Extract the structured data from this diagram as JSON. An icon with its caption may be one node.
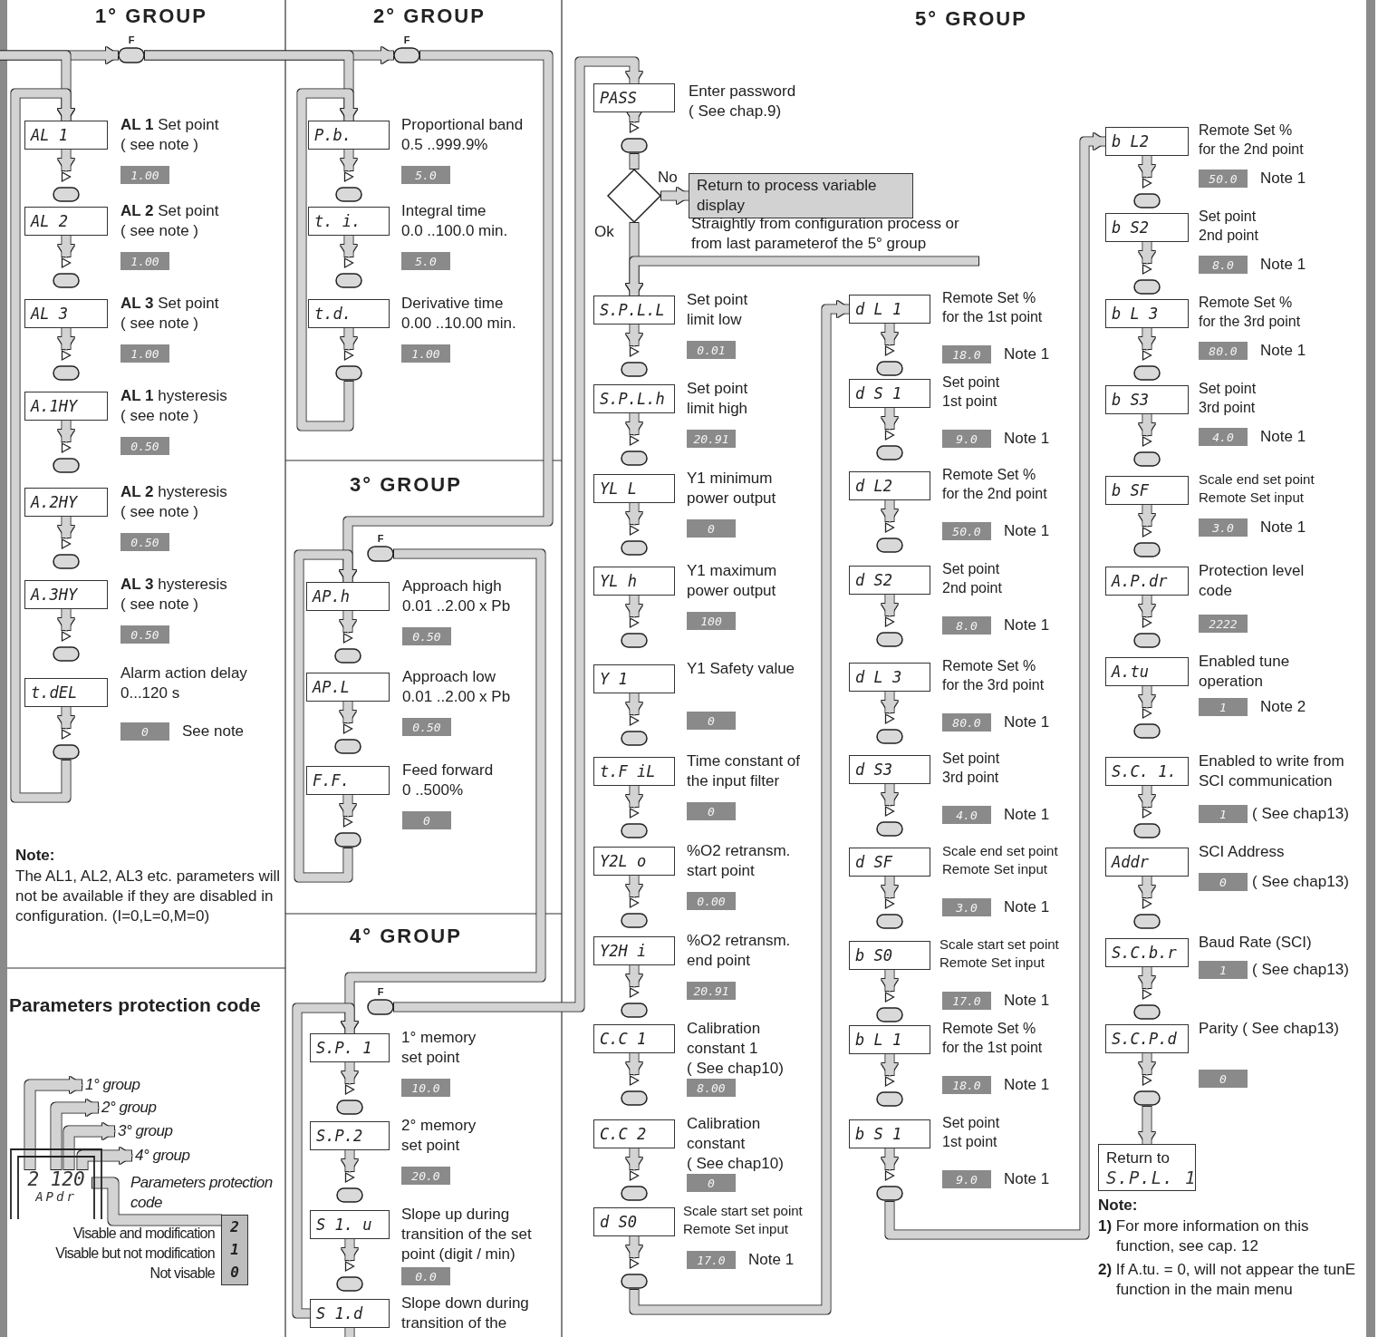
{
  "diagram": {
    "nodes": [
      {
        "text": [
          "F"
        ]
      },
      {
        "text": [
          "AL 1"
        ],
        "beside": [
          "**AL 1** Set point",
          "( see note )"
        ]
      },
      {
        "text": [
          "1.00"
        ]
      },
      {
        "text": [],
        "shape": "oval"
      },
      {
        "text": [
          "AL 2"
        ],
        "beside": [
          "**AL 2** Set point",
          "( see note )"
        ]
      },
      {
        "text": [
          "1.00"
        ]
      },
      {
        "text": [],
        "shape": "oval"
      },
      {
        "text": [
          "AL 3"
        ],
        "beside": [
          "**AL 3** Set point",
          "( see note )"
        ]
      },
      {
        "text": [
          "1.00"
        ]
      },
      {
        "text": [],
        "shape": "oval"
      },
      {
        "text": [
          "A.1HY"
        ],
        "beside": [
          "**AL 1** hysteresis",
          "( see note )"
        ]
      },
      {
        "text": [
          "0.50"
        ]
      },
      {
        "text": [],
        "shape": "oval"
      },
      {
        "text": [
          "A.2HY"
        ],
        "beside": [
          "**AL 2** hysteresis",
          "( see note )"
        ]
      },
      {
        "text": [
          "0.50"
        ]
      },
      {
        "text": [],
        "shape": "oval"
      },
      {
        "text": [
          "A.3HY"
        ],
        "beside": [
          "**AL 3** hysteresis",
          "( see note )"
        ]
      },
      {
        "text": [
          "0.50"
        ]
      },
      {
        "text": [],
        "shape": "oval"
      },
      {
        "text": [
          "t.dEL"
        ],
        "beside": [
          "Alarm action delay",
          "0...120 s"
        ]
      },
      {
        "text": [
          "0"
        ],
        "beside": [
          "See note"
        ]
      },
      {
        "text": [],
        "shape": "oval"
      },
      {
        "text": [
          "F"
        ]
      },
      {
        "text": [
          "P.b."
        ],
        "beside": [
          "Proportional band",
          "0.5 ..999.9%"
        ]
      },
      {
        "text": [
          "5.0"
        ]
      },
      {
        "text": [],
        "shape": "oval"
      },
      {
        "text": [
          "t. i."
        ],
        "beside": [
          "Integral time",
          "0.0 ..100.0 min."
        ]
      },
      {
        "text": [
          "5.0"
        ]
      },
      {
        "text": [],
        "shape": "oval"
      },
      {
        "text": [
          "t.d."
        ],
        "beside": [
          "Derivative time",
          "0.00 ..10.00 min."
        ]
      },
      {
        "text": [
          "1.00"
        ]
      },
      {
        "text": [],
        "shape": "oval"
      },
      {
        "text": [
          "F"
        ]
      },
      {
        "text": [
          "AP.h"
        ],
        "beside": [
          "Approach high",
          "0.01 ..2.00 x Pb"
        ]
      },
      {
        "text": [
          "0.50"
        ]
      },
      {
        "text": [],
        "shape": "oval"
      },
      {
        "text": [
          "AP.L"
        ],
        "beside": [
          "Approach low",
          "0.01 ..2.00 x Pb"
        ]
      },
      {
        "text": [
          "0.50"
        ]
      },
      {
        "text": [],
        "shape": "oval"
      },
      {
        "text": [
          "F.F."
        ],
        "beside": [
          "Feed forward",
          "0 ..500%"
        ]
      },
      {
        "text": [
          "0"
        ]
      },
      {
        "text": [],
        "shape": "oval"
      },
      {
        "text": [
          "F"
        ]
      },
      {
        "text": [
          "S.P. 1"
        ],
        "beside": [
          "1° memory set point"
        ]
      },
      {
        "text": [
          "10.0"
        ]
      },
      {
        "text": [],
        "shape": "oval"
      },
      {
        "text": [
          "S.P.2"
        ],
        "beside": [
          "2° memory set point"
        ]
      },
      {
        "text": [
          "20.0"
        ]
      },
      {
        "text": [],
        "shape": "oval"
      },
      {
        "text": [
          "S 1. u"
        ],
        "beside": [
          "Slope up during transition of the set point (digit / min)"
        ]
      },
      {
        "text": [
          "0.0"
        ]
      },
      {
        "text": [],
        "shape": "oval"
      },
      {
        "text": [
          "S 1.d"
        ],
        "beside": [
          "Slope down during transition of the"
        ]
      },
      {
        "text": [
          "PASS"
        ],
        "beside": [
          "Enter password",
          "( See chap.9)"
        ]
      },
      {
        "text": [],
        "shape": "oval"
      },
      {
        "text": [],
        "shape": "diamond"
      },
      {
        "text": [
          "Return to process variable display"
        ]
      },
      {
        "text": [
          "S.P.L.L"
        ],
        "beside": [
          "Set point limit low"
        ]
      },
      {
        "text": [
          "0.01"
        ]
      },
      {
        "text": [],
        "shape": "oval"
      },
      {
        "text": [
          "S.P.L.h"
        ],
        "beside": [
          "Set point limit high"
        ]
      },
      {
        "text": [
          "20.91"
        ]
      },
      {
        "text": [],
        "shape": "oval"
      },
      {
        "text": [
          "YL L"
        ],
        "beside": [
          "Y1 minimum power output"
        ]
      },
      {
        "text": [
          "0"
        ]
      },
      {
        "text": [],
        "shape": "oval"
      },
      {
        "text": [
          "YL h"
        ],
        "beside": [
          "Y1 maximum power output"
        ]
      },
      {
        "text": [
          "100"
        ]
      },
      {
        "text": [],
        "shape": "oval"
      },
      {
        "text": [
          "Y 1"
        ],
        "beside": [
          "Y1 Safety value"
        ]
      },
      {
        "text": [
          "0"
        ]
      },
      {
        "text": [],
        "shape": "oval"
      },
      {
        "text": [
          "t.F iL"
        ],
        "beside": [
          "Time constant of the input filter"
        ]
      },
      {
        "text": [
          "0"
        ]
      },
      {
        "text": [],
        "shape": "oval"
      },
      {
        "text": [
          "Y2L o"
        ],
        "beside": [
          "%O2 retransm. start point"
        ]
      },
      {
        "text": [
          "0.00"
        ]
      },
      {
        "text": [],
        "shape": "oval"
      },
      {
        "text": [
          "Y2H i"
        ],
        "beside": [
          "%O2 retransm. end point"
        ]
      },
      {
        "text": [
          "20.91"
        ]
      },
      {
        "text": [],
        "shape": "oval"
      },
      {
        "text": [
          "C.C 1"
        ],
        "beside": [
          "Calibration constant 1",
          "( See chap10)"
        ]
      },
      {
        "text": [
          "8.00"
        ]
      },
      {
        "text": [],
        "shape": "oval"
      },
      {
        "text": [
          "C.C 2"
        ],
        "beside": [
          "Calibration constant",
          "( See chap10)"
        ]
      },
      {
        "text": [
          "0"
        ]
      },
      {
        "text": [],
        "shape": "oval"
      },
      {
        "text": [
          "d S0"
        ],
        "beside": [
          "Scale start set point Remote Set input"
        ]
      },
      {
        "text": [
          "17.0"
        ],
        "beside": [
          "Note 1"
        ]
      },
      {
        "text": [],
        "shape": "oval"
      },
      {
        "text": [
          "d L 1"
        ],
        "beside": [
          "Remote Set % for the 1st point"
        ]
      },
      {
        "text": [
          "18.0"
        ],
        "beside": [
          "Note 1"
        ]
      },
      {
        "text": [],
        "shape": "oval"
      },
      {
        "text": [
          "d S 1"
        ],
        "beside": [
          "Set point 1st point"
        ]
      },
      {
        "text": [
          "9.0"
        ],
        "beside": [
          "Note 1"
        ]
      },
      {
        "text": [],
        "shape": "oval"
      },
      {
        "text": [
          "d L2"
        ],
        "beside": [
          "Remote Set % for the 2nd point"
        ]
      },
      {
        "text": [
          "50.0"
        ],
        "beside": [
          "Note 1"
        ]
      },
      {
        "text": [],
        "shape": "oval"
      },
      {
        "text": [
          "d S2"
        ],
        "beside": [
          "Set point 2nd point"
        ]
      },
      {
        "text": [
          "8.0"
        ],
        "beside": [
          "Note 1"
        ]
      },
      {
        "text": [],
        "shape": "oval"
      },
      {
        "text": [
          "d L 3"
        ],
        "beside": [
          "Remote Set % for the 3rd point"
        ]
      },
      {
        "text": [
          "80.0"
        ],
        "beside": [
          "Note 1"
        ]
      },
      {
        "text": [],
        "shape": "oval"
      },
      {
        "text": [
          "d S3"
        ],
        "beside": [
          "Set point 3rd point"
        ]
      },
      {
        "text": [
          "4.0"
        ],
        "beside": [
          "Note 1"
        ]
      },
      {
        "text": [],
        "shape": "oval"
      },
      {
        "text": [
          "d SF"
        ],
        "beside": [
          "Scale end set point Remote Set input"
        ]
      },
      {
        "text": [
          "3.0"
        ],
        "beside": [
          "Note 1"
        ]
      },
      {
        "text": [],
        "shape": "oval"
      },
      {
        "text": [
          "b S0"
        ],
        "beside": [
          "Scale start set point Remote Set input"
        ]
      },
      {
        "text": [
          "17.0"
        ],
        "beside": [
          "Note 1"
        ]
      },
      {
        "text": [],
        "shape": "oval"
      },
      {
        "text": [
          "b L 1"
        ],
        "beside": [
          "Remote Set % for the 1st point"
        ]
      },
      {
        "text": [
          "18.0"
        ],
        "beside": [
          "Note 1"
        ]
      },
      {
        "text": [],
        "shape": "oval"
      },
      {
        "text": [
          "b S 1"
        ],
        "beside": [
          "Set point 1st point"
        ]
      },
      {
        "text": [
          "9.0"
        ],
        "beside": [
          "Note 1"
        ]
      },
      {
        "text": [],
        "shape": "oval"
      },
      {
        "text": [
          "b L2"
        ],
        "beside": [
          "Remote Set % for the 2nd point"
        ]
      },
      {
        "text": [
          "50.0"
        ],
        "beside": [
          "Note 1"
        ]
      },
      {
        "text": [],
        "shape": "oval"
      },
      {
        "text": [
          "b S2"
        ],
        "beside": [
          "Set point 2nd point"
        ]
      },
      {
        "text": [
          "8.0"
        ],
        "beside": [
          "Note 1"
        ]
      },
      {
        "text": [],
        "shape": "oval"
      },
      {
        "text": [
          "b L 3"
        ],
        "beside": [
          "Remote Set % for the 3rd point"
        ]
      },
      {
        "text": [
          "80.0"
        ],
        "beside": [
          "Note 1"
        ]
      },
      {
        "text": [],
        "shape": "oval"
      },
      {
        "text": [
          "b S3"
        ],
        "beside": [
          "Set point 3rd point"
        ]
      },
      {
        "text": [
          "4.0"
        ],
        "beside": [
          "Note 1"
        ]
      },
      {
        "text": [],
        "shape": "oval"
      },
      {
        "text": [
          "b SF"
        ],
        "beside": [
          "Scale end set point Remote Set input"
        ]
      },
      {
        "text": [
          "3.0"
        ],
        "beside": [
          "Note 1"
        ]
      },
      {
        "text": [],
        "shape": "oval"
      },
      {
        "text": [
          "A.P.dr"
        ],
        "beside": [
          "Protection level code"
        ]
      },
      {
        "text": [
          "2222"
        ]
      },
      {
        "text": [],
        "shape": "oval"
      },
      {
        "text": [
          "A.tu"
        ],
        "beside": [
          "Enabled tune operation"
        ]
      },
      {
        "text": [
          "1"
        ],
        "beside": [
          "Note 2"
        ]
      },
      {
        "text": [],
        "shape": "oval"
      },
      {
        "text": [
          "S.C. 1."
        ],
        "beside": [
          "Enabled to write from SCI communication"
        ]
      },
      {
        "text": [
          "1"
        ],
        "beside": [
          "( See chap13)"
        ]
      },
      {
        "text": [],
        "shape": "oval"
      },
      {
        "text": [
          "Addr"
        ],
        "beside": [
          "SCI Address"
        ]
      },
      {
        "text": [
          "0"
        ],
        "beside": [
          "( See chap13)"
        ]
      },
      {
        "text": [],
        "shape": "oval"
      },
      {
        "text": [
          "S.C.b.r"
        ],
        "beside": [
          "Baud Rate (SCI)"
        ]
      },
      {
        "text": [
          "1"
        ],
        "beside": [
          "( See chap13)"
        ]
      },
      {
        "text": [],
        "shape": "oval"
      },
      {
        "text": [
          "S.C.P.d"
        ],
        "beside": [
          "Parity ( See chap13)"
        ]
      },
      {
        "text": [
          "0"
        ]
      },
      {
        "text": [],
        "shape": "oval"
      },
      {
        "text": [
          "Return to",
          "S.P.L. 1"
        ]
      },
      {
        "text": [
          "2 120"
        ],
        "beside": [
          "APdr"
        ]
      },
      {
        "text": [
          "1° group"
        ]
      },
      {
        "text": [
          "2° group"
        ]
      },
      {
        "text": [
          "3° group"
        ]
      },
      {
        "text": [
          "4° group"
        ]
      },
      {
        "text": [
          "2",
          "1",
          "0"
        ],
        "beside": [
          "Visable and modification",
          "Visable but not modification",
          "Not visable"
        ]
      }
    ],
    "edges": [
      {
        "from": null,
        "to": 0,
        "arrow": "to"
      },
      {
        "from": null,
        "to": 1,
        "arrow": "to"
      },
      {
        "from": 0,
        "to": 22,
        "arrow": "to"
      },
      {
        "from": 0,
        "to": 23,
        "arrow": "to"
      },
      {
        "from": 1,
        "to": 3,
        "arrow": "to"
      },
      {
        "from": 4,
        "to": 6,
        "arrow": "to"
      },
      {
        "from": 7,
        "to": 9,
        "arrow": "to"
      },
      {
        "from": 10,
        "to": 12,
        "arrow": "to"
      },
      {
        "from": 13,
        "to": 15,
        "arrow": "to"
      },
      {
        "from": 16,
        "to": 18,
        "arrow": "to"
      },
      {
        "from": 19,
        "to": 21,
        "arrow": "to"
      },
      {
        "from": 21,
        "to": 1,
        "arrow": "to"
      },
      {
        "from": 23,
        "to": 25,
        "arrow": "to"
      },
      {
        "from": 26,
        "to": 28,
        "arrow": "to"
      },
      {
        "from": 29,
        "to": 31,
        "arrow": "to"
      },
      {
        "from": 31,
        "to": 23,
        "arrow": "to"
      },
      {
        "from": 22,
        "to": 33,
        "arrow": "to"
      },
      {
        "from": 33,
        "to": 35,
        "arrow": "to"
      },
      {
        "from": 36,
        "to": 38,
        "arrow": "to"
      },
      {
        "from": 39,
        "to": 41,
        "arrow": "to"
      },
      {
        "from": 41,
        "to": 33,
        "arrow": "to"
      },
      {
        "from": 32,
        "to": 43,
        "arrow": "to"
      },
      {
        "from": 43,
        "to": 45,
        "arrow": "to"
      },
      {
        "from": 46,
        "to": 48,
        "arrow": "to"
      },
      {
        "from": 49,
        "to": 51,
        "arrow": "to"
      },
      {
        "from": 52,
        "to": null,
        "arrow": "none"
      },
      {
        "from": 52,
        "to": 43,
        "arrow": "to"
      },
      {
        "from": 42,
        "to": 53,
        "arrow": "to"
      },
      {
        "from": 53,
        "to": 54,
        "arrow": "to"
      },
      {
        "from": 54,
        "to": 55,
        "arrow": "none"
      },
      {
        "from": 55,
        "to": 56,
        "arrow": "to",
        "label": "No"
      },
      {
        "from": 55,
        "to": 57,
        "arrow": "to",
        "label": "Ok"
      },
      {
        "from": null,
        "to": 57,
        "arrow": "to"
      },
      {
        "from": 57,
        "to": 59,
        "arrow": "to"
      },
      {
        "from": 60,
        "to": 62,
        "arrow": "to"
      },
      {
        "from": 63,
        "to": 65,
        "arrow": "to"
      },
      {
        "from": 66,
        "to": 68,
        "arrow": "to"
      },
      {
        "from": 69,
        "to": 71,
        "arrow": "to"
      },
      {
        "from": 72,
        "to": 74,
        "arrow": "to"
      },
      {
        "from": 75,
        "to": 77,
        "arrow": "to"
      },
      {
        "from": 78,
        "to": 80,
        "arrow": "to"
      },
      {
        "from": 81,
        "to": 83,
        "arrow": "to"
      },
      {
        "from": 84,
        "to": 86,
        "arrow": "to"
      },
      {
        "from": 87,
        "to": 89,
        "arrow": "to"
      },
      {
        "from": 89,
        "to": 90,
        "arrow": "to"
      },
      {
        "from": 90,
        "to": 92,
        "arrow": "to"
      },
      {
        "from": 93,
        "to": 95,
        "arrow": "to"
      },
      {
        "from": 96,
        "to": 98,
        "arrow": "to"
      },
      {
        "from": 99,
        "to": 101,
        "arrow": "to"
      },
      {
        "from": 102,
        "to": 104,
        "arrow": "to"
      },
      {
        "from": 105,
        "to": 107,
        "arrow": "to"
      },
      {
        "from": 108,
        "to": 110,
        "arrow": "to"
      },
      {
        "from": 111,
        "to": 113,
        "arrow": "to"
      },
      {
        "from": 114,
        "to": 116,
        "arrow": "to"
      },
      {
        "from": 117,
        "to": 119,
        "arrow": "to"
      },
      {
        "from": 119,
        "to": 120,
        "arrow": "to"
      },
      {
        "from": 120,
        "to": 122,
        "arrow": "to"
      },
      {
        "from": 123,
        "to": 125,
        "arrow": "to"
      },
      {
        "from": 126,
        "to": 128,
        "arrow": "to"
      },
      {
        "from": 129,
        "to": 131,
        "arrow": "to"
      },
      {
        "from": 132,
        "to": 134,
        "arrow": "to"
      },
      {
        "from": 135,
        "to": 137,
        "arrow": "to"
      },
      {
        "from": 138,
        "to": 140,
        "arrow": "to"
      },
      {
        "from": 141,
        "to": 143,
        "arrow": "to"
      },
      {
        "from": 144,
        "to": 146,
        "arrow": "to"
      },
      {
        "from": 147,
        "to": 149,
        "arrow": "to"
      },
      {
        "from": 150,
        "to": 152,
        "arrow": "to"
      },
      {
        "from": 152,
        "to": 153,
        "arrow": "to"
      },
      {
        "from": 154,
        "to": 155,
        "arrow": "to"
      },
      {
        "from": 154,
        "to": 156,
        "arrow": "to"
      },
      {
        "from": 154,
        "to": 157,
        "arrow": "to"
      },
      {
        "from": 154,
        "to": 158,
        "arrow": "to"
      },
      {
        "from": 154,
        "to": 159,
        "arrow": "none"
      }
    ],
    "labels": [
      "1° GROUP",
      "2° GROUP",
      "5° GROUP",
      "3° GROUP",
      "Note:",
      "The  AL1, AL2, AL3 etc. parameters will not  be available if they are disabled in configuration. (I=0,L=0,M=0)",
      "4° GROUP",
      "Parameters protection code",
      "Straightly from configuration process or from last parameterof the 5° group",
      "Parameters protection code",
      "Note:",
      "**1)** For more information on this function, see cap. 12",
      "**2)** If A.tu. = 0, will not appear the tunE function in the main menu"
    ]
  }
}
